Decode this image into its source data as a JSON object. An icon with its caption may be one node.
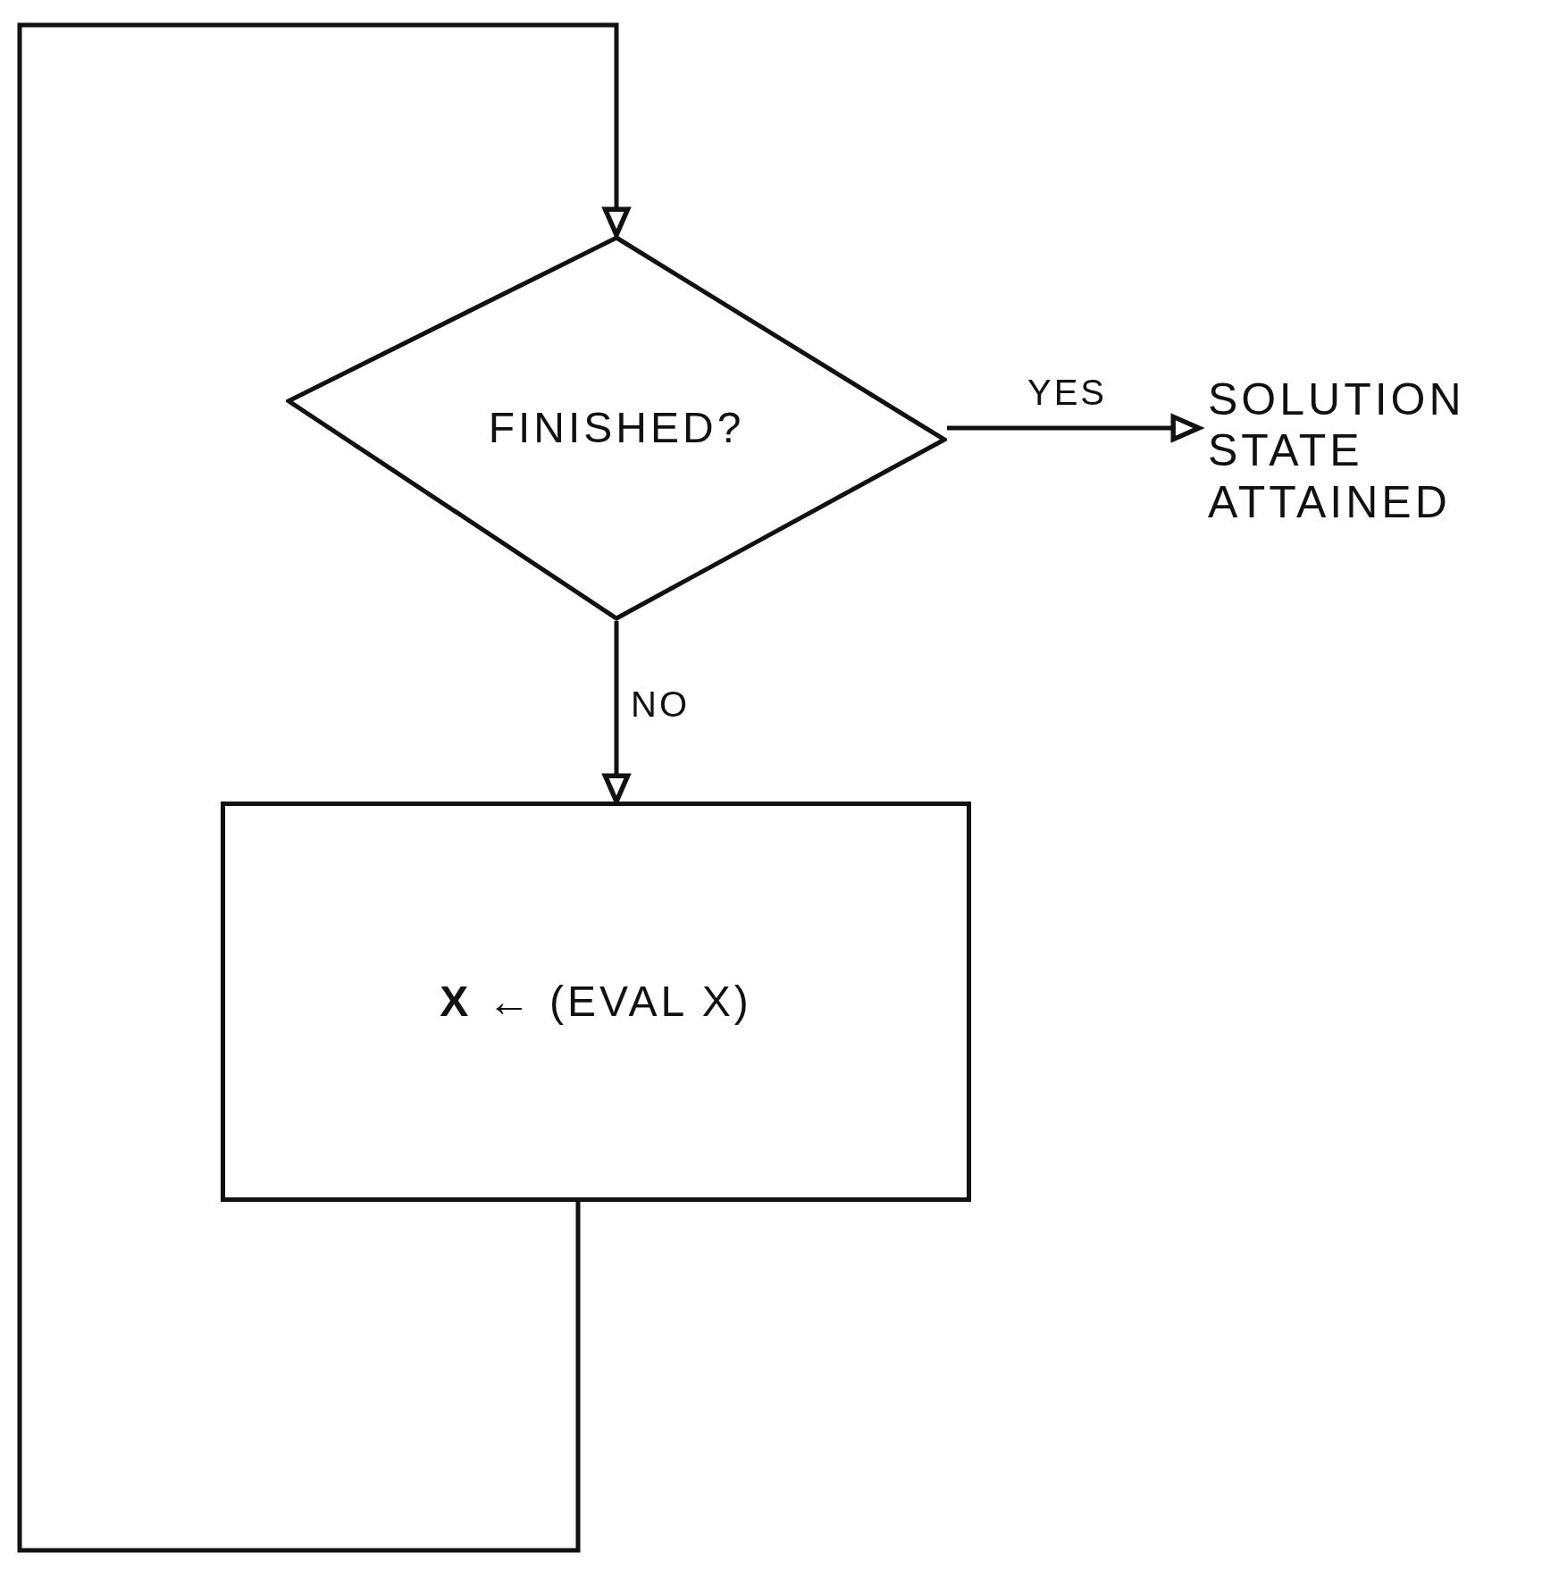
{
  "diagram": {
    "nodes": [
      {
        "text": [
          "FINISHED?"
        ]
      },
      {
        "text": [
          "SOLUTION STATE ATTAINED"
        ]
      },
      {
        "text": [
          "**X** ← (EVAL X)"
        ]
      }
    ],
    "edges": [
      {
        "from": 0,
        "to": 1,
        "arrow": "to",
        "label": "YES"
      },
      {
        "from": 0,
        "to": 2,
        "arrow": "to",
        "label": "NO"
      },
      {
        "from": 2,
        "to": 0,
        "arrow": "to"
      }
    ]
  }
}
